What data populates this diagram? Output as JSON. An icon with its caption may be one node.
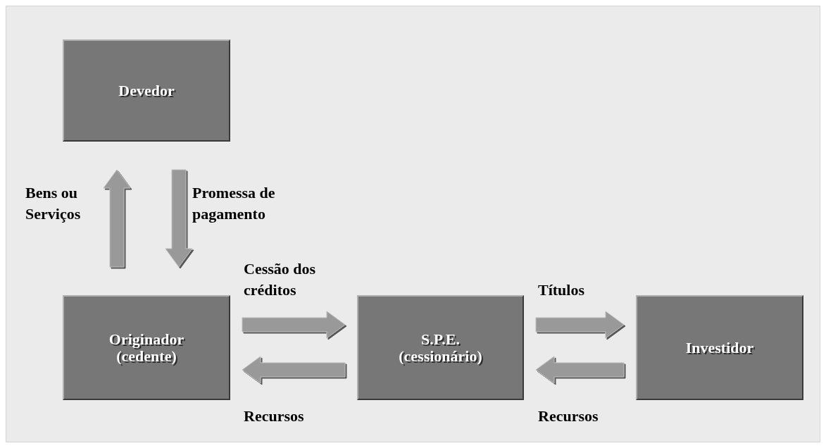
{
  "diagram": {
    "nodes": [
      {
        "text": [
          "Devedor"
        ]
      },
      {
        "text": [
          "Originador (cedente)"
        ]
      },
      {
        "text": [
          "S.P.E. (cessionário)"
        ]
      },
      {
        "text": [
          "Investidor"
        ]
      }
    ],
    "edges": [
      {
        "from": 1,
        "to": 0,
        "arrow": "to",
        "label": "Bens ou Serviços"
      },
      {
        "from": 0,
        "to": 1,
        "arrow": "to",
        "label": "Promessa de pagamento"
      },
      {
        "from": 1,
        "to": 2,
        "arrow": "to",
        "label": "Cessão dos créditos"
      },
      {
        "from": 2,
        "to": 1,
        "arrow": "to",
        "label": "Recursos"
      },
      {
        "from": 2,
        "to": 3,
        "arrow": "to",
        "label": "Títulos"
      },
      {
        "from": 3,
        "to": 2,
        "arrow": "to",
        "label": "Recursos"
      }
    ]
  }
}
